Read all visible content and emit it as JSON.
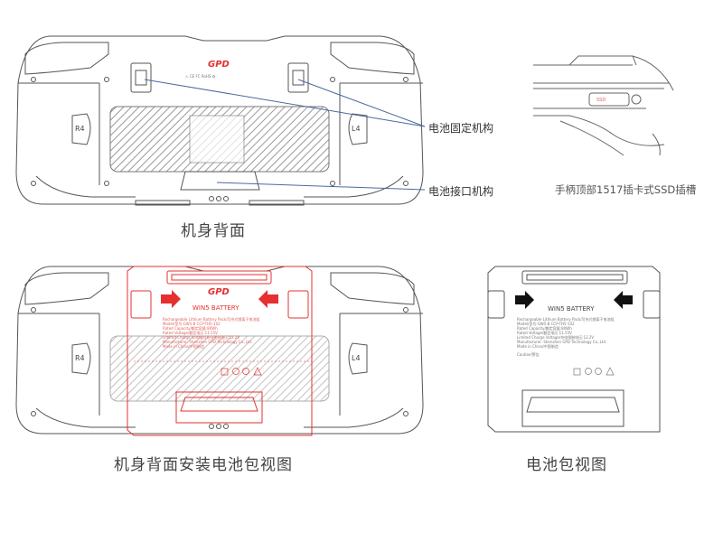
{
  "brand": {
    "logo_text": "GPD",
    "accent_color": "#e53030",
    "line_color": "#4a6aa0"
  },
  "top": {
    "callout_battery_fix": "电池固定机构",
    "callout_battery_port": "电池接口机构",
    "caption_back": "机身背面",
    "caption_ssd": "手柄顶部1517插卡式SSD插槽",
    "button_r4": "R4",
    "button_l4": "L4",
    "cert_marks": "⚠ CE FC RoHS ♻"
  },
  "bottom": {
    "caption_install": "机身背面安装电池包视图",
    "caption_pack": "电池包视图",
    "battery_label": "WIN5 BATTERY",
    "button_r4": "R4",
    "button_l4": "L4",
    "battery_spec_lines": [
      "Rechargeable Lithium Battery Pack/可充式锂离子电池组",
      "Model/型号:GW5-B     CCP-TH5-102",
      "Rated Capacity/额定容量:80Wh",
      "Rated Voltage/额定电压:11.55V",
      "Limited Charge Voltage/充电限制电压:13.2V",
      "Manufacturer: Shenzhen GPD Technology Co.,Ltd.",
      "Made in China/中国制造"
    ],
    "caution_title": "Caution/警告"
  }
}
